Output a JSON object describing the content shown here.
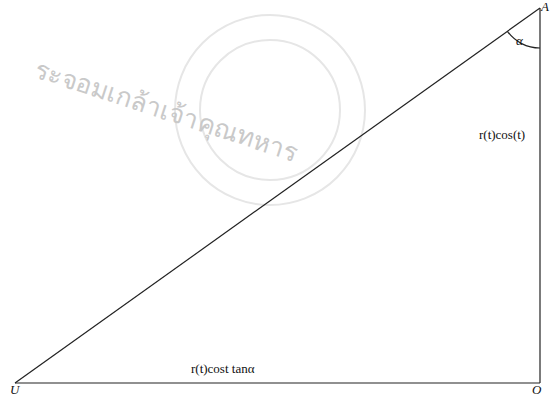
{
  "diagram": {
    "labels": [
      "A",
      "α",
      "r(t)cos(t)",
      "r(t)cost tanα",
      "U",
      "O",
      "ระจอมเกล้าเจ้าคุณทหาร"
    ]
  }
}
